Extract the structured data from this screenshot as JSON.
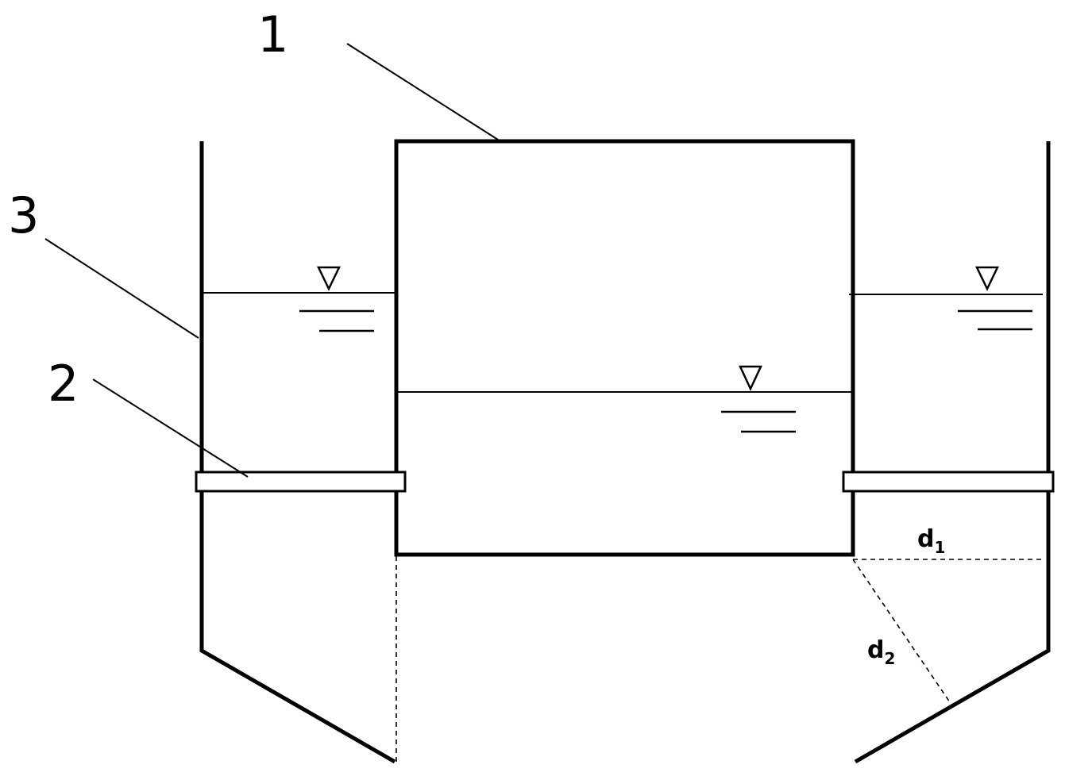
{
  "labels": {
    "part_1": "1",
    "part_2": "2",
    "part_3": "3"
  },
  "dimensions": {
    "d1": {
      "main": "d",
      "sub": "1"
    },
    "d2": {
      "main": "d",
      "sub": "2"
    }
  },
  "colors": {
    "line": "#000000",
    "background": "#ffffff"
  }
}
